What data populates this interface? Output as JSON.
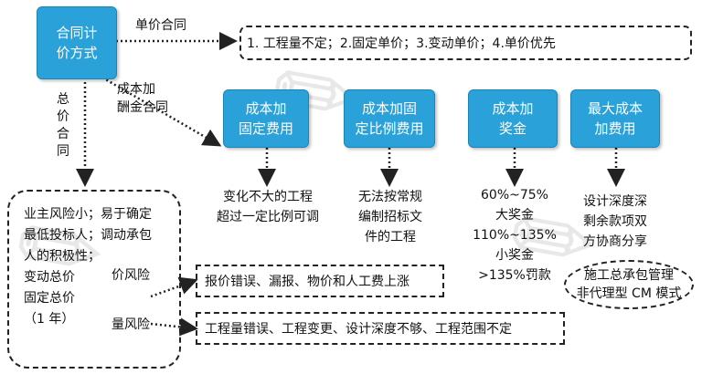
{
  "root": "合同计\n价方式",
  "branch_unit": "单价合同",
  "branch_costplus": "成本加\n酬金合同",
  "branch_total": "总\n价\n合\n同",
  "unit_box": {
    "items": [
      "1. 工程量不定；",
      "2.固定单价；",
      "3.变动单价；",
      "4.单价优先"
    ]
  },
  "cost_types": [
    {
      "title": "成本加\n固定费用",
      "desc": "变化不大的工程\n超过一定比例可调"
    },
    {
      "title": "成本加固\n定比例费用",
      "desc": "无法按常规\n编制招标文\n件的工程"
    },
    {
      "title": "成本加\n奖金",
      "desc": "60%~75%\n大奖金\n110%~135%\n小奖金\n>135%罚款"
    },
    {
      "title": "最大成本\n加费用",
      "desc": "设计深度深\n剩余款项双\n方协商分享"
    }
  ],
  "mgmt_oval": "施工总承包管理\n非代理型 CM 模式",
  "total_box": "业主风险小；易于确定\n最低投标人；调动承包\n人的积极性；\n变动总价\n固定总价\n（1 年）",
  "risk_price_label": "价风险",
  "risk_price_box": "报价错误、漏报、物价和人工费上涨",
  "risk_qty_label": "量风险",
  "risk_qty_box": "工程量错误、工程变更、设计深度不够、工程范围不定",
  "colors": {
    "node_fill": "#2aa1d8",
    "dash_stroke": "#222222",
    "dot4": "#2aa1d8"
  }
}
